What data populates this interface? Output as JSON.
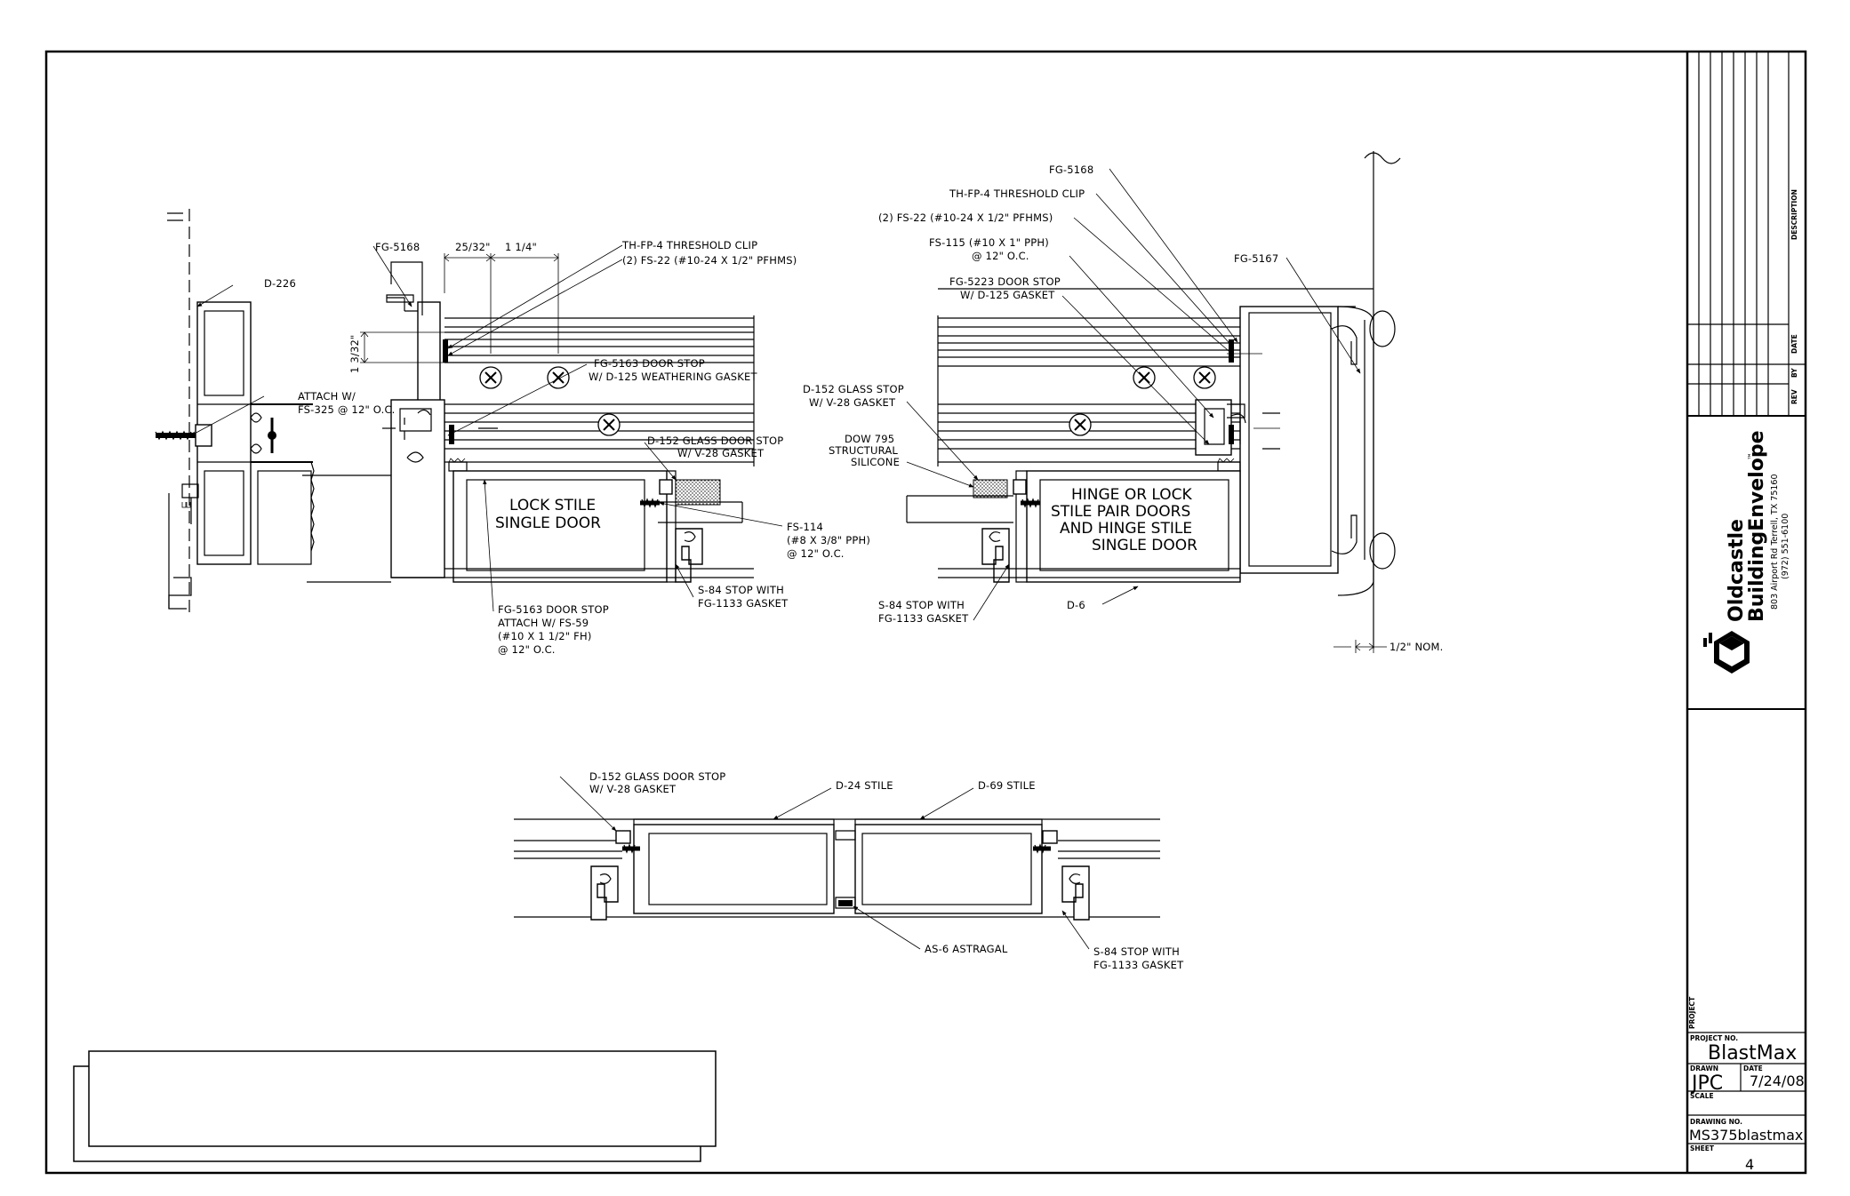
{
  "labels": {
    "d226": "D-226",
    "attach_w": "ATTACH W/",
    "fs325": "FS-325 @ 12\" O.C.",
    "fg5168_left": "FG-5168",
    "dim_25_32": "25/32\"",
    "dim_1_1_4": "1 1/4\"",
    "dim_1_3_32": "1 3/32\"",
    "th_fp4_left": "TH-FP-4 THRESHOLD CLIP",
    "fs22_left": "(2) FS-22 (#10-24 X 1/2\" PFHMS)",
    "fg5163_1": "FG-5163 DOOR STOP",
    "fg5163_2": "W/ D-125 WEATHERING GASKET",
    "d152_left_1": "D-152 GLASS DOOR STOP",
    "d152_left_2": "W/ V-28 GASKET",
    "lock_stile_1": "LOCK STILE",
    "lock_stile_2": "SINGLE DOOR",
    "fs114_1": "FS-114",
    "fs114_2": "(#8 X 3/8\" PPH)",
    "fs114_3": "@ 12\" O.C.",
    "s84_left_1": "S-84 STOP WITH",
    "s84_left_2": "FG-1133 GASKET",
    "fg5163b_1": "FG-5163 DOOR STOP",
    "fg5163b_2": "ATTACH W/ FS-59",
    "fg5163b_3": "(#10 X 1 1/2\" FH)",
    "fg5163b_4": "@ 12\" O.C.",
    "fg5168_right": "FG-5168",
    "th_fp4_right": "TH-FP-4 THRESHOLD CLIP",
    "fs22_right": "(2) FS-22 (#10-24 X 1/2\" PFHMS)",
    "fs115_1": "FS-115 (#10 X  1\" PPH)",
    "fs115_2": "@ 12\" O.C.",
    "fg5223_1": "FG-5223 DOOR STOP",
    "fg5223_2": "W/ D-125 GASKET",
    "fg5167": "FG-5167",
    "d152_right_1": "D-152 GLASS STOP",
    "d152_right_2": "W/ V-28 GASKET",
    "dow_1": "DOW 795",
    "dow_2": "STRUCTURAL",
    "dow_3": "SILICONE",
    "hinge_1": "HINGE OR LOCK",
    "hinge_2": "STILE PAIR DOORS",
    "hinge_3": "AND HINGE STILE",
    "hinge_4": "SINGLE DOOR",
    "s84_right_1": "S-84 STOP WITH",
    "s84_right_2": "FG-1133 GASKET",
    "d6": "D-6",
    "half_nom": "1/2\" NOM.",
    "d152_bottom_1": "D-152 GLASS DOOR STOP",
    "d152_bottom_2": "W/ V-28 GASKET",
    "d24": "D-24 STILE",
    "d69": "D-69 STILE",
    "as6": "AS-6 ASTRAGAL",
    "s84_bottom_1": "S-84 STOP WITH",
    "s84_bottom_2": "FG-1133 GASKET"
  },
  "title_block": {
    "rev_header": "REV",
    "by_header": "BY",
    "date_header": "DATE",
    "description_header": "DESCRIPTION",
    "company_line1": "Oldcastle",
    "company_line2": "BuildingEnvelope",
    "trademark": "™",
    "address": "803 Airport Rd  Terrell, TX 75160",
    "phone": "(972) 551-6100",
    "project_label": "PROJECT",
    "project_no_label": "PROJECT NO.",
    "project_no": "BlastMax",
    "drawn_label": "DRAWN",
    "drawn": "JPC",
    "date_label": "DATE",
    "date": "7/24/08",
    "scale_label": "SCALE",
    "drawing_no_label": "DRAWING NO.",
    "drawing_no": "MS375blastmax",
    "sheet_label": "SHEET",
    "sheet": "4"
  }
}
